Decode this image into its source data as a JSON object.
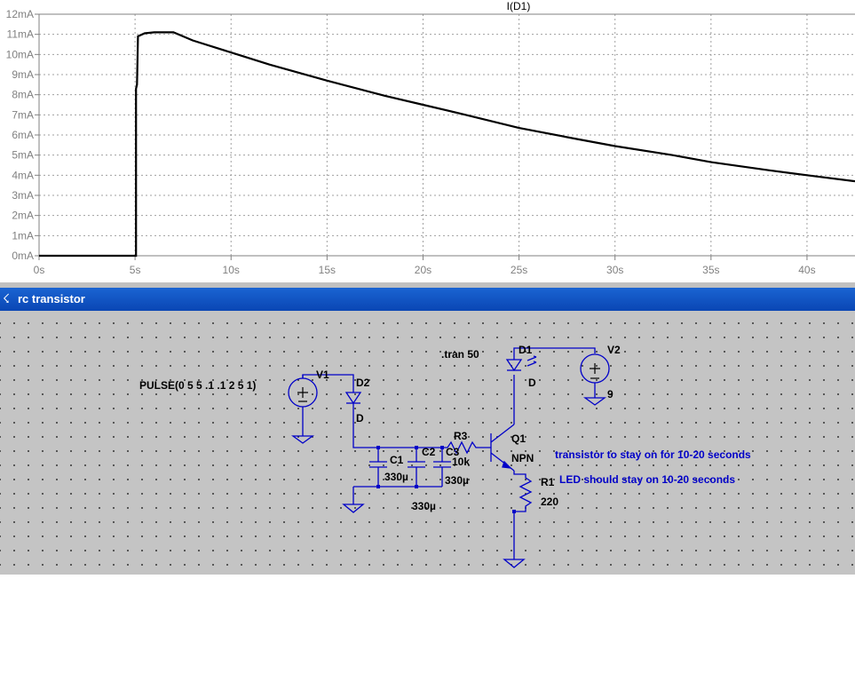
{
  "window": {
    "title": "rc transistor",
    "icon": "ltspice-schematic-icon"
  },
  "chart_data": {
    "type": "line",
    "title": "I(D1)",
    "xlabel": "",
    "ylabel": "",
    "xlim": [
      0,
      42.5
    ],
    "ylim": [
      0,
      12
    ],
    "x_ticks": [
      "0s",
      "5s",
      "10s",
      "15s",
      "20s",
      "25s",
      "30s",
      "35s",
      "40s"
    ],
    "y_ticks": [
      "0mA",
      "1mA",
      "2mA",
      "3mA",
      "4mA",
      "5mA",
      "6mA",
      "7mA",
      "8mA",
      "9mA",
      "10mA",
      "11mA",
      "12mA"
    ],
    "grid": true,
    "series": [
      {
        "name": "",
        "color": "#000000",
        "x": [
          0,
          5.0,
          5.05,
          5.05,
          5.1,
          5.15,
          5.5,
          6,
          7,
          8,
          10,
          12,
          15,
          18,
          20,
          22,
          25,
          28,
          30,
          33,
          35,
          38,
          40,
          42.5
        ],
        "y": [
          0,
          0,
          0,
          8.3,
          8.5,
          10.9,
          11.05,
          11.1,
          11.1,
          10.7,
          10.1,
          9.5,
          8.7,
          7.95,
          7.5,
          7.05,
          6.35,
          5.8,
          5.45,
          5.0,
          4.65,
          4.25,
          4.0,
          3.7
        ]
      }
    ]
  },
  "schematic": {
    "directive": ".tran 50",
    "v1": {
      "name": "V1",
      "value": "PULSE(0 5 5 .1 .1 2 5 1)"
    },
    "v2": {
      "name": "V2",
      "value": "9"
    },
    "d1": {
      "name": "D1",
      "model": "D"
    },
    "d2": {
      "name": "D2",
      "model": "D"
    },
    "q1": {
      "name": "Q1",
      "model": "NPN"
    },
    "r1": {
      "name": "R1",
      "value": "220"
    },
    "r3": {
      "name": "R3",
      "value": "10k"
    },
    "c1": {
      "name": "C1",
      "value": "330µ"
    },
    "c2": {
      "name": "C2",
      "value": "330µ"
    },
    "c3": {
      "name": "C3",
      "value": "330µ"
    },
    "notes": [
      "transistor to stay on for 10-20 seconds",
      "LED should stay on 10-20 seconds"
    ],
    "colors": {
      "wire": "#0000c8",
      "note": "#0000c8",
      "background": "#c4c4c4"
    }
  }
}
